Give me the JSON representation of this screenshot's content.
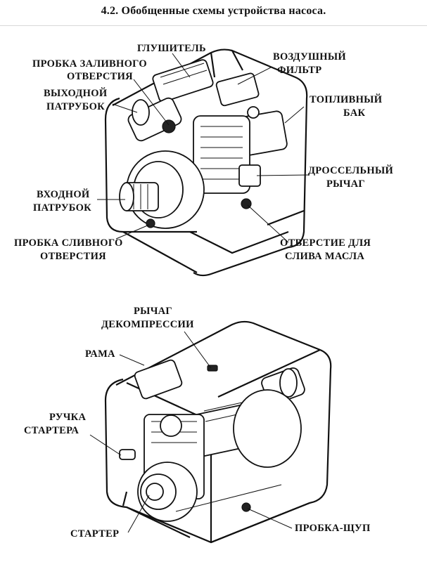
{
  "heading": "4.2. Обобщенные схемы устройства насоса.",
  "diagram_top": {
    "labels": {
      "muffler": "ГЛУШИТЕЛЬ",
      "filler_plug": [
        "ПРОБКА ЗАЛИВНОГО",
        "ОТВЕРСТИЯ"
      ],
      "air_filter": [
        "ВОЗДУШНЫЙ",
        "ФИЛЬТР"
      ],
      "outlet": [
        "ВЫХОДНОЙ",
        "ПАТРУБОК"
      ],
      "fuel_tank": [
        "ТОПЛИВНЫЙ",
        "БАК"
      ],
      "throttle": [
        "ДРОССЕЛЬНЫЙ",
        "РЫЧАГ"
      ],
      "inlet": [
        "ВХОДНОЙ",
        "ПАТРУБОК"
      ],
      "drain_plug": [
        "ПРОБКА СЛИВНОГО",
        "ОТВЕРСТИЯ"
      ],
      "oil_drain": [
        "ОТВЕРСТИЕ ДЛЯ",
        "СЛИВА МАСЛА"
      ]
    }
  },
  "diagram_bottom": {
    "labels": {
      "decompression": [
        "РЫЧАГ",
        "ДЕКОМПРЕССИИ"
      ],
      "frame": "РАМА",
      "starter_handle": [
        "РУЧКА",
        "СТАРТЕРА"
      ],
      "starter": "СТАРТЕР",
      "dipstick": "ПРОБКА-ЩУП"
    }
  }
}
